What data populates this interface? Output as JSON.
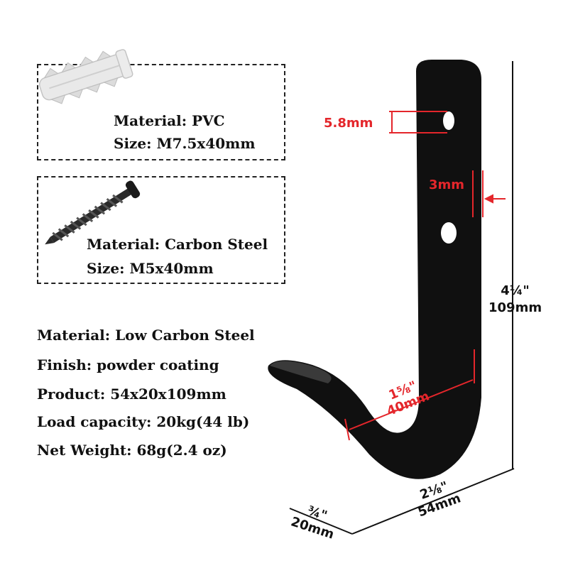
{
  "anchor": {
    "material": "Material: PVC",
    "size": "Size: M7.5x40mm"
  },
  "screw": {
    "material": "Material: Carbon Steel",
    "size": "Size: M5x40mm"
  },
  "specs": [
    "Material: Low Carbon Steel",
    "Finish: powder coating",
    "Product: 54x20x109mm",
    "Load capacity: 20kg(44 lb)",
    "Net Weight: 68g(2.4 oz)"
  ],
  "dimensions": {
    "hole": "5.8mm",
    "thickness": "3mm",
    "height_in": "4¼\"",
    "height_mm": "109mm",
    "inner_in": "1⅝\"",
    "inner_mm": "40mm",
    "width_in": "2⅛\"",
    "width_mm": "54mm",
    "depth_in": "¾\"",
    "depth_mm": "20mm"
  },
  "colors": {
    "accent": "#e4262b",
    "product": "#111111"
  }
}
